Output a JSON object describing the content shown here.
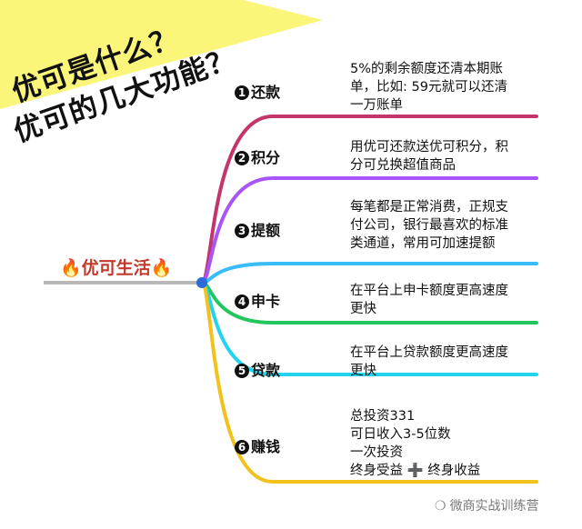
{
  "banner": {
    "line1": "优可是什么？",
    "line2": "优可的几大功能？",
    "bg_color": "#fbf57a"
  },
  "root": {
    "label": "优可生活",
    "fire_icon": "fire-icon"
  },
  "branches": [
    {
      "num": "1",
      "label": "还款",
      "color": "#c2366b",
      "desc": [
        "5%的剩余额度还清本期账",
        "单，比如: 59元就可以还清",
        "一万账单"
      ]
    },
    {
      "num": "2",
      "label": "积分",
      "color": "#a855f7",
      "desc": [
        "用优可还款送优可积分，积",
        "分可兑换超值商品"
      ]
    },
    {
      "num": "3",
      "label": "提额",
      "color": "#38bdf8",
      "desc": [
        "每笔都是正常消费，正规支",
        "付公司，银行最喜欢的标准",
        "类通道，常用可加速提额"
      ]
    },
    {
      "num": "4",
      "label": "申卡",
      "color": "#22c55e",
      "desc": [
        "在平台上申卡额度更高速度",
        "更快"
      ]
    },
    {
      "num": "5",
      "label": "贷款",
      "color": "#22d3ee",
      "desc": [
        "在平台上贷款额度更高速度",
        "更快"
      ]
    },
    {
      "num": "6",
      "label": "赚钱",
      "color": "#f2c21c",
      "desc": [
        "总投资331",
        "可日收入3-5位数",
        "一次投资",
        "终身受益 ➕ 终身收益"
      ]
    }
  ],
  "watermark": {
    "text": "微商实战训练营",
    "icon": "wechat-icon"
  }
}
